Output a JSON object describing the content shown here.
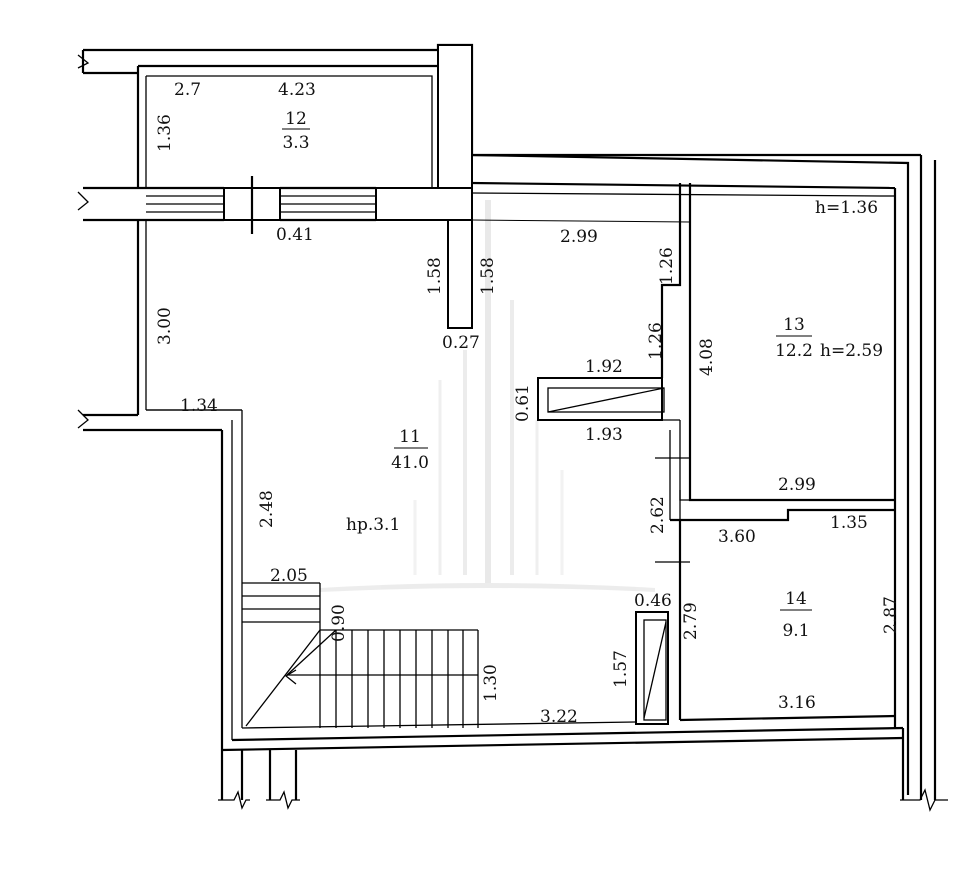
{
  "rooms": [
    {
      "id": "room-12",
      "number": "12",
      "area": "3.3"
    },
    {
      "id": "room-11",
      "number": "11",
      "area": "41.0"
    },
    {
      "id": "room-13",
      "number": "13",
      "area": "12.2"
    },
    {
      "id": "room-14",
      "number": "14",
      "area": "9.1"
    }
  ],
  "heights": {
    "top_right": "h=1.36",
    "room13": "h=2.59",
    "room11": "hp.3.1"
  },
  "dimensions": {
    "d_2_7": "2.7",
    "d_4_23": "4.23",
    "d_1_36": "1.36",
    "d_0_41": "0.41",
    "d_2_99_top": "2.99",
    "d_1_58_a": "1.58",
    "d_1_58_b": "1.58",
    "d_1_26_a": "1.26",
    "d_1_26_b": "1.26",
    "d_0_27": "0.27",
    "d_3_00": "3.00",
    "d_1_92": "1.92",
    "d_1_93": "1.93",
    "d_0_61": "0.61",
    "d_4_08": "4.08",
    "d_1_34": "1.34",
    "d_2_48": "2.48",
    "d_2_99_mid": "2.99",
    "d_2_62": "2.62",
    "d_3_60": "3.60",
    "d_1_35": "1.35",
    "d_2_05": "2.05",
    "d_0_90": "0.90",
    "d_0_46": "0.46",
    "d_2_79": "2.79",
    "d_2_87": "2.87",
    "d_1_30": "1.30",
    "d_1_57": "1.57",
    "d_3_22": "3.22",
    "d_3_16": "3.16"
  }
}
